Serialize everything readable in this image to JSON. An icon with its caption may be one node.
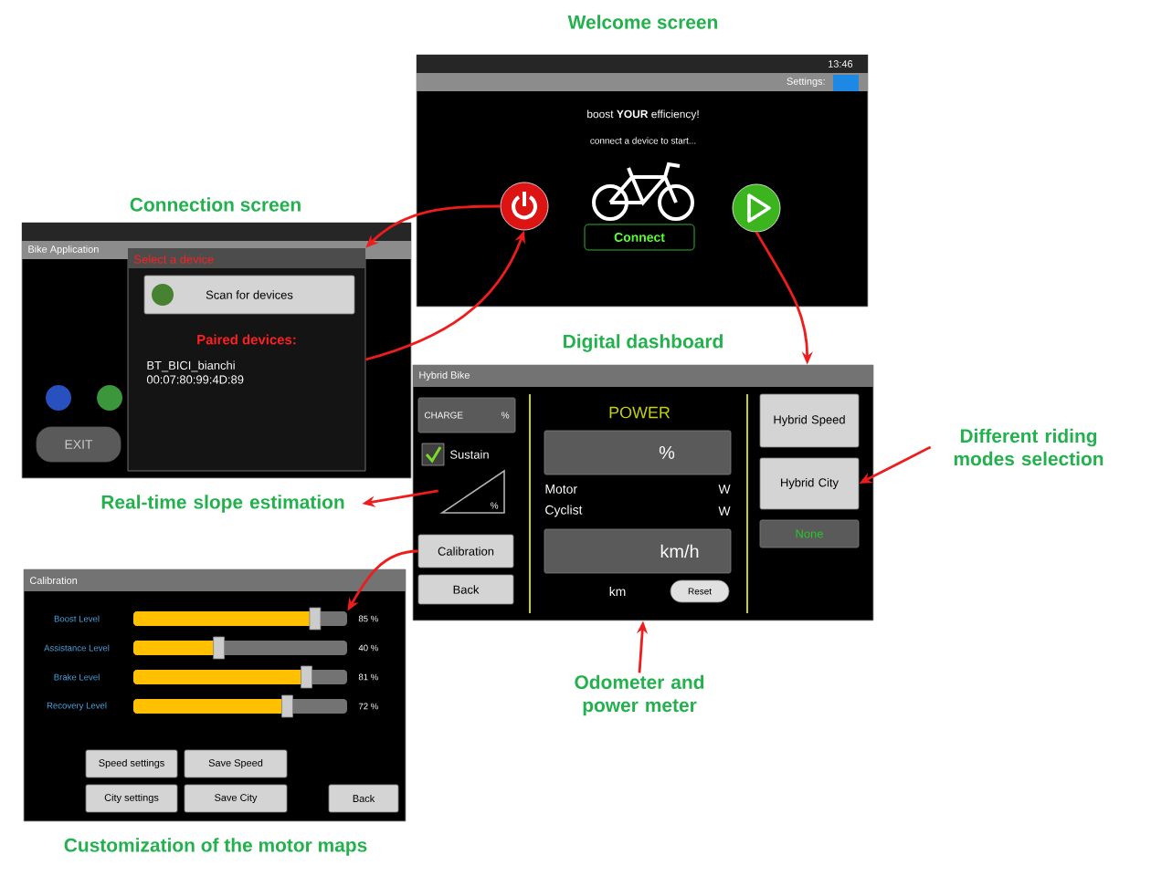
{
  "diagram": {
    "nodes": [
      {
        "text": [
          "Welcome screen"
        ]
      },
      {
        "text": [],
        "shape": "circle",
        "in": 0
      },
      {
        "text": [],
        "shape": "circle",
        "in": 0
      },
      {
        "text": [
          "Connect"
        ],
        "in": 0
      },
      {
        "text": [
          "Connection screen"
        ]
      },
      {
        "text": [
          "Select a device",
          "Paired devices:",
          "BT_BICI_bianchi 00:07:80:99:4D:89"
        ],
        "in": 4
      },
      {
        "text": [
          "Scan for devices"
        ],
        "in": 5
      },
      {
        "text": [
          "EXIT"
        ],
        "in": 4
      },
      {
        "text": [
          "Digital dashboard"
        ]
      },
      {
        "text": [
          "CHARGE",
          "%"
        ],
        "in": 8
      },
      {
        "text": [
          "Sustain"
        ],
        "in": 8
      },
      {
        "text": [
          "%"
        ],
        "in": 8
      },
      {
        "text": [
          "Calibration"
        ],
        "in": 8
      },
      {
        "text": [
          "Back"
        ],
        "in": 8
      },
      {
        "text": [
          "%"
        ],
        "in": 8
      },
      {
        "text": [
          "km/h"
        ],
        "in": 8
      },
      {
        "text": [
          "Reset"
        ],
        "in": 8
      },
      {
        "text": [
          "Hybrid Speed"
        ],
        "in": 8
      },
      {
        "text": [
          "Hybrid City"
        ],
        "in": 8
      },
      {
        "text": [
          "None"
        ],
        "in": 8
      },
      {
        "text": [
          "Calibration",
          "Customization of the motor maps"
        ]
      },
      {
        "text": [],
        "shape": "bar",
        "in": 20
      },
      {
        "text": [
          "Speed settings"
        ],
        "in": 20
      },
      {
        "text": [
          "Save Speed"
        ],
        "in": 20
      },
      {
        "text": [
          "City settings"
        ],
        "in": 20
      },
      {
        "text": [
          "Save City"
        ],
        "in": 20
      },
      {
        "text": [
          "Back"
        ],
        "in": 20
      },
      {
        "text": [
          "Real-time slope estimation"
        ]
      },
      {
        "text": [
          "Different riding modes selection"
        ]
      },
      {
        "text": [
          "Odometer and power meter"
        ]
      }
    ],
    "edges": [
      {
        "from": 1,
        "to": 5,
        "arrow": "to"
      },
      {
        "from": 5,
        "to": 1,
        "arrow": "to"
      },
      {
        "from": 2,
        "to": 8,
        "arrow": "to"
      },
      {
        "from": 12,
        "to": 21,
        "arrow": "to"
      },
      {
        "from": 11,
        "to": 27,
        "arrow": "to"
      },
      {
        "from": 28,
        "to": 18,
        "arrow": "to"
      },
      {
        "from": 29,
        "to": 8,
        "arrow": "to"
      }
    ],
    "labels": [
      "13:46",
      "Settings:",
      "boost **YOUR** efficiency!",
      "connect a device to start...",
      "Bike Application",
      "Hybrid Bike",
      "POWER",
      "Motor",
      "W",
      "Cyclist",
      "W",
      "km",
      "Boost Level",
      "85 %",
      "Assistance Level",
      "40 %",
      "Brake Level",
      "81 %",
      "Recovery Level",
      "72 %"
    ]
  }
}
